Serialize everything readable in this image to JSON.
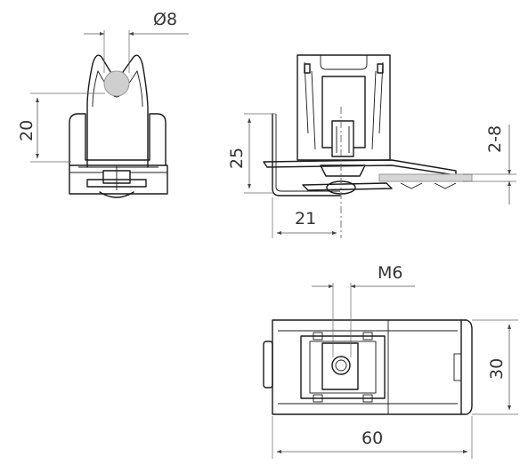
{
  "dimensions": {
    "rod_diameter": "Ø8",
    "side_height": "20",
    "front_height": "25",
    "front_offset": "21",
    "clamp_range": "2-8",
    "thread": "M6",
    "top_width": "30",
    "top_length": "60"
  },
  "colors": {
    "line": "#1a1a1a",
    "dimension": "#555555",
    "rod_fill": "#cfcfcf",
    "plate_fill": "#d6d6d6"
  }
}
